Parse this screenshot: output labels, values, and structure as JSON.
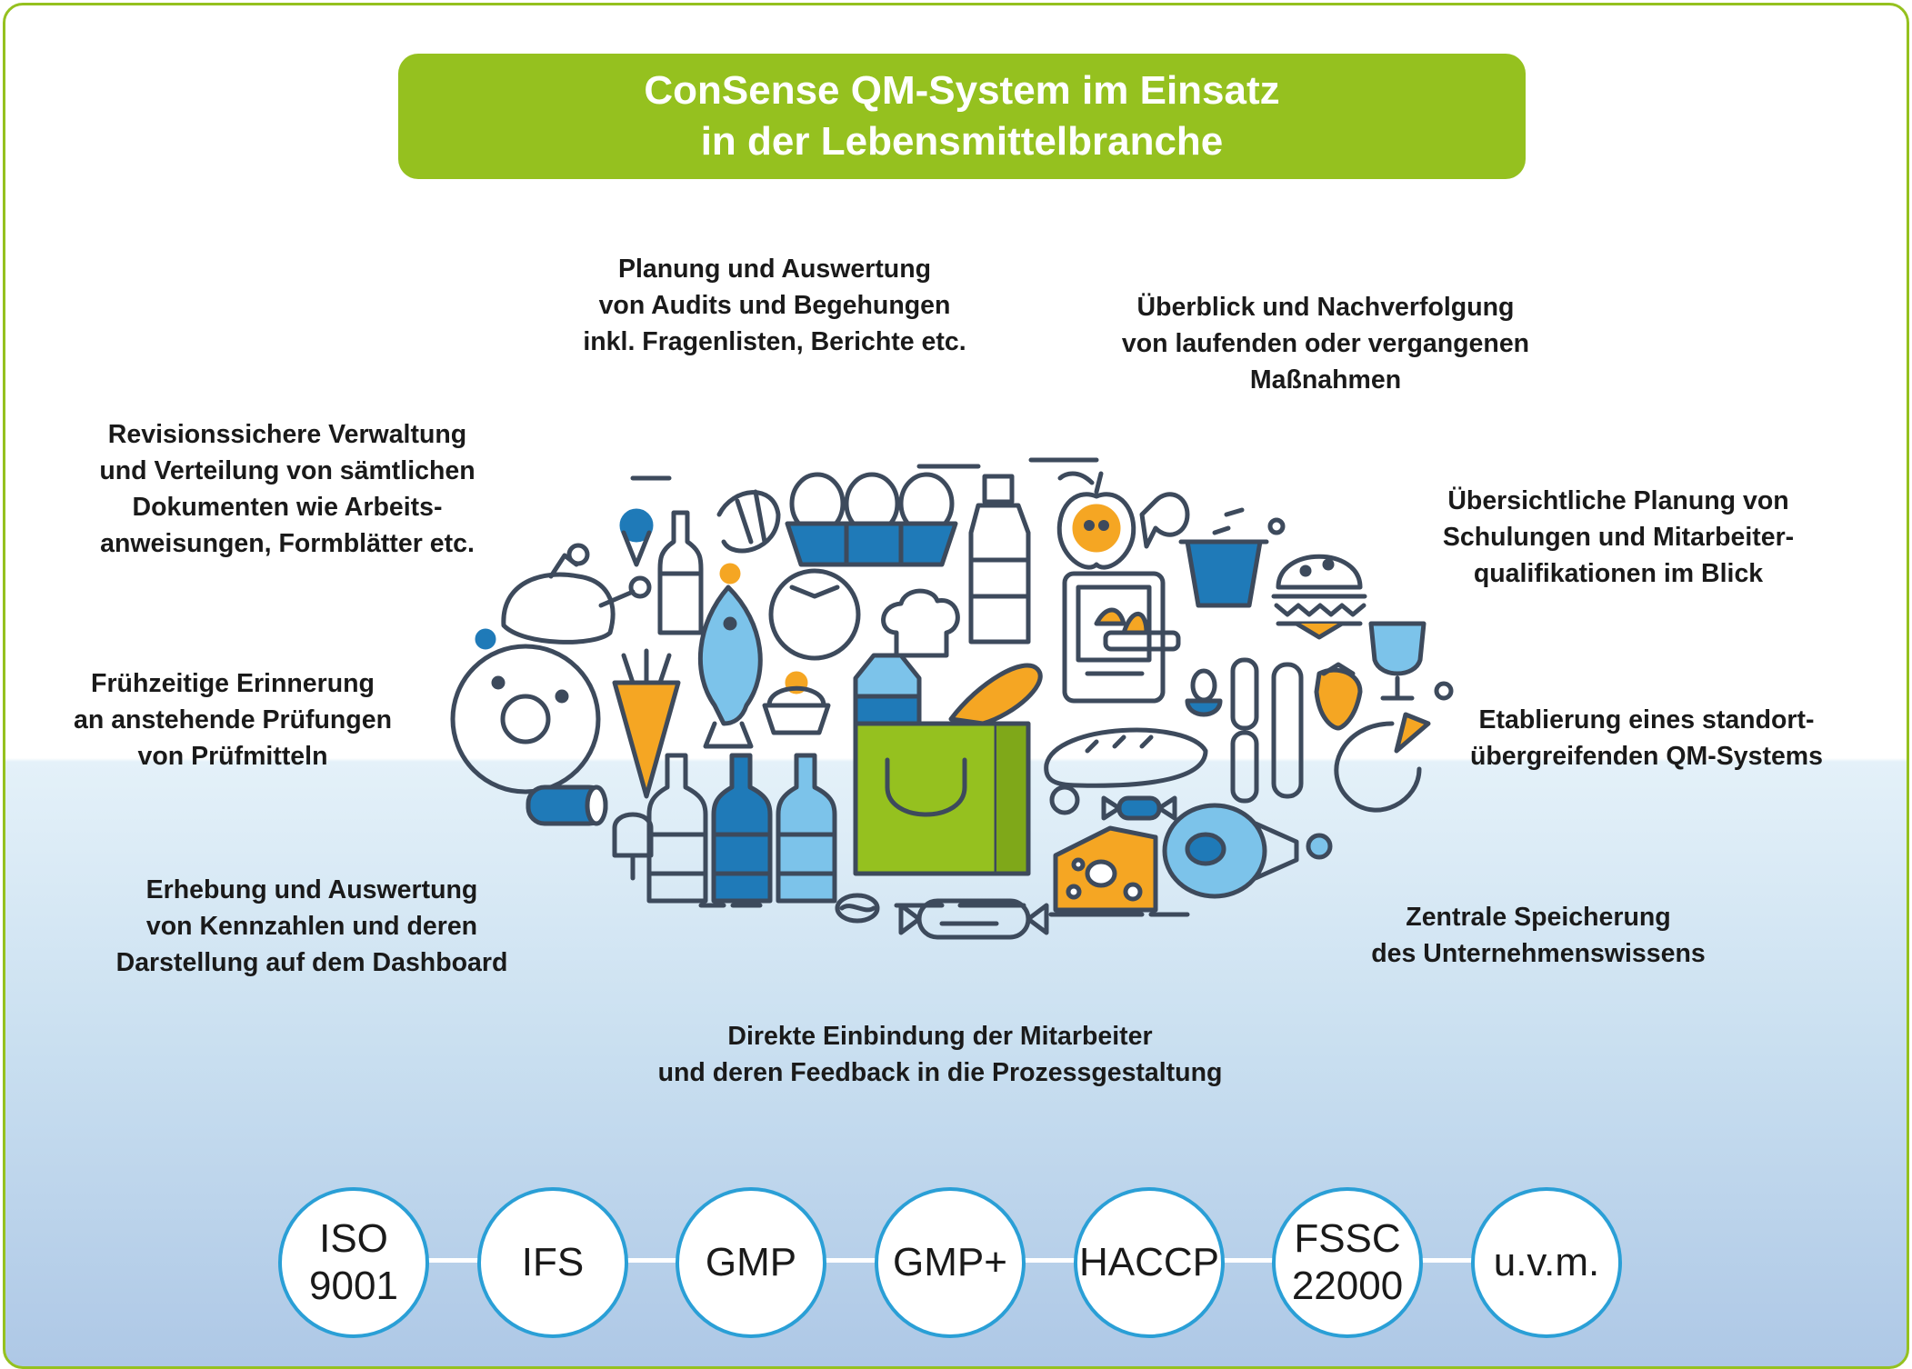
{
  "title": {
    "line1": "ConSense QM-System im Einsatz",
    "line2": "in der Lebensmittelbranche"
  },
  "features": [
    {
      "id": "audits",
      "lines": [
        "Planung und Auswertung",
        "von Audits und Begehungen",
        "inkl. Fragenlisten, Berichte etc."
      ]
    },
    {
      "id": "measures",
      "lines": [
        "Überblick und Nachverfolgung",
        "von laufenden oder vergangenen",
        "Maßnahmen"
      ]
    },
    {
      "id": "documents",
      "lines": [
        "Revisionssichere Verwaltung",
        "und Verteilung von sämtlichen",
        "Dokumenten wie Arbeits-",
        "anweisungen, Formblätter etc."
      ]
    },
    {
      "id": "trainings",
      "lines": [
        "Übersichtliche Planung von",
        "Schulungen und Mitarbeiter-",
        "qualifikationen im Blick"
      ]
    },
    {
      "id": "reminders",
      "lines": [
        "Frühzeitige Erinnerung",
        "an anstehende Prüfungen",
        "von Prüfmitteln"
      ]
    },
    {
      "id": "multisite",
      "lines": [
        "Etablierung eines standort-",
        "übergreifenden QM-Systems"
      ]
    },
    {
      "id": "kpis",
      "lines": [
        "Erhebung und Auswertung",
        "von Kennzahlen und deren",
        "Darstellung auf dem Dashboard"
      ]
    },
    {
      "id": "knowledge",
      "lines": [
        "Zentrale Speicherung",
        "des Unternehmenswissens"
      ]
    },
    {
      "id": "employees",
      "lines": [
        "Direkte Einbindung der Mitarbeiter",
        "und deren Feedback in die Prozessgestaltung"
      ]
    }
  ],
  "standards": [
    {
      "lines": [
        "ISO",
        "9001"
      ]
    },
    {
      "lines": [
        "IFS"
      ]
    },
    {
      "lines": [
        "GMP"
      ]
    },
    {
      "lines": [
        "GMP+"
      ]
    },
    {
      "lines": [
        "HACCP"
      ]
    },
    {
      "lines": [
        "FSSC",
        "22000"
      ]
    },
    {
      "lines": [
        "u.v.m."
      ]
    }
  ],
  "colors": {
    "brand_green": "#95c11f",
    "badge_blue": "#2a9fd6",
    "icon_dark_blue": "#1f7ab8",
    "icon_light_blue": "#7cc3ea",
    "icon_orange": "#f5a623",
    "icon_outline": "#3d4a5c"
  },
  "illustration": {
    "icons": [
      "chicken-icon",
      "ice-cream-icon",
      "wine-bottle-icon",
      "croissant-icon",
      "egg-carton-icon",
      "water-bottle-icon",
      "apple-icon",
      "fish-small-icon",
      "drink-cup-icon",
      "burger-icon",
      "fish-icon",
      "tomato-icon",
      "chef-hat-icon",
      "fridge-icon",
      "wine-glass-icon",
      "donut-icon",
      "carrot-icon",
      "cupcake-icon",
      "milk-carton-icon",
      "bread-icon",
      "shopping-bag-icon",
      "sausage-icon",
      "strawberry-icon",
      "pizza-icon",
      "candy-icon",
      "ham-icon",
      "bottles-icon",
      "popsicle-icon",
      "cheese-icon",
      "coffee-bean-icon",
      "egg-cup-icon"
    ]
  }
}
